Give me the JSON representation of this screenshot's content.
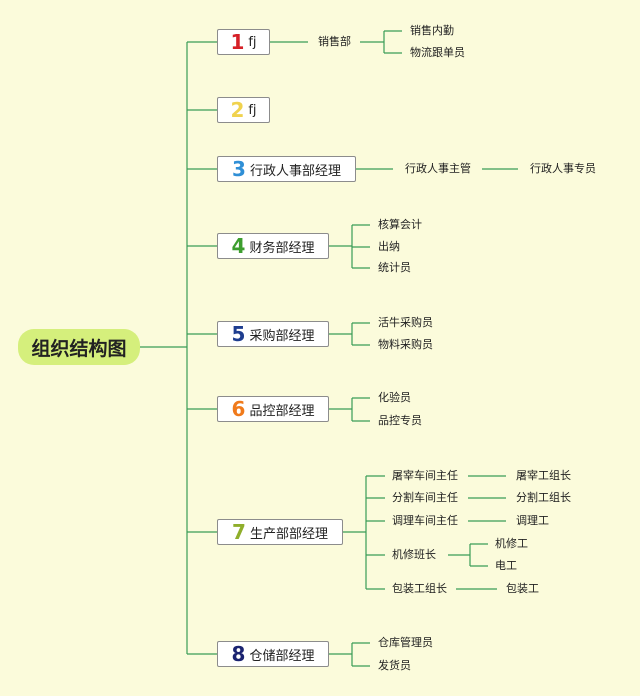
{
  "title": "组织结构图",
  "colors": {
    "line": "#3a9c56",
    "root_bg": "#d5ef7c",
    "n1": "#d62027",
    "n2": "#f0d24e",
    "n3": "#2f8fd6",
    "n4": "#3d9e2f",
    "n5": "#1e3d8f",
    "n6": "#f07a1b",
    "n7": "#8fae2b",
    "n8": "#1a2370"
  },
  "departments": [
    {
      "num": "1",
      "label": "fj"
    },
    {
      "num": "2",
      "label": "fj"
    },
    {
      "num": "3",
      "label": "行政人事部经理"
    },
    {
      "num": "4",
      "label": "财务部经理"
    },
    {
      "num": "5",
      "label": "采购部经理"
    },
    {
      "num": "6",
      "label": "品控部经理"
    },
    {
      "num": "7",
      "label": "生产部部经理"
    },
    {
      "num": "8",
      "label": "仓储部经理"
    }
  ],
  "d1": {
    "mid": "销售部",
    "leaves": [
      "销售内勤",
      "物流跟单员"
    ]
  },
  "d3": {
    "mid": "行政人事主管",
    "leaf": "行政人事专员"
  },
  "d4": {
    "leaves": [
      "核算会计",
      "出纳",
      "统计员"
    ]
  },
  "d5": {
    "leaves": [
      "活牛采购员",
      "物料采购员"
    ]
  },
  "d6": {
    "leaves": [
      "化验员",
      "品控专员"
    ]
  },
  "d7": {
    "subs": [
      "屠宰车间主任",
      "分割车间主任",
      "调理车间主任",
      "机修班长",
      "包装工组长"
    ],
    "subleaves": [
      "屠宰工组长",
      "分割工组长",
      "调理工",
      "包装工"
    ],
    "repair": [
      "机修工",
      "电工"
    ]
  },
  "d8": {
    "leaves": [
      "仓库管理员",
      "发货员"
    ]
  }
}
